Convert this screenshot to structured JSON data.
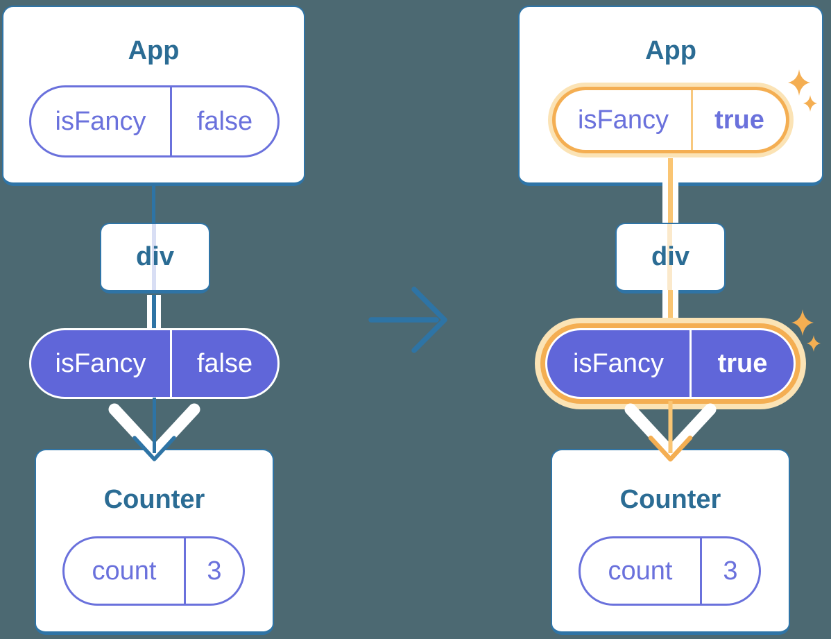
{
  "colors": {
    "background": "#4C6972",
    "card_background": "#FFFFFF",
    "card_border_blue": "#2F74A6",
    "title_text_blue": "#2B6C94",
    "indigo": "#6A71DC",
    "purple_pill_fill": "#6066D9",
    "lavender_line": "#D8DEF4",
    "cream_line": "#FBE9CB",
    "orange_ring": "#F4AE52",
    "orange_line": "#FAC573",
    "orange_glow": "#FBE3B5",
    "arrow_blue": "#2E74A5",
    "white": "#FFFFFF"
  },
  "before": {
    "app": {
      "title": "App",
      "prop_name": "isFancy",
      "prop_value": "false"
    },
    "div_label": "div",
    "passed_prop": {
      "name": "isFancy",
      "value": "false"
    },
    "counter": {
      "title": "Counter",
      "state_name": "count",
      "state_value": "3"
    }
  },
  "after": {
    "app": {
      "title": "App",
      "prop_name": "isFancy",
      "prop_value": "true"
    },
    "div_label": "div",
    "passed_prop": {
      "name": "isFancy",
      "value": "true"
    },
    "counter": {
      "title": "Counter",
      "state_name": "count",
      "state_value": "3"
    }
  }
}
